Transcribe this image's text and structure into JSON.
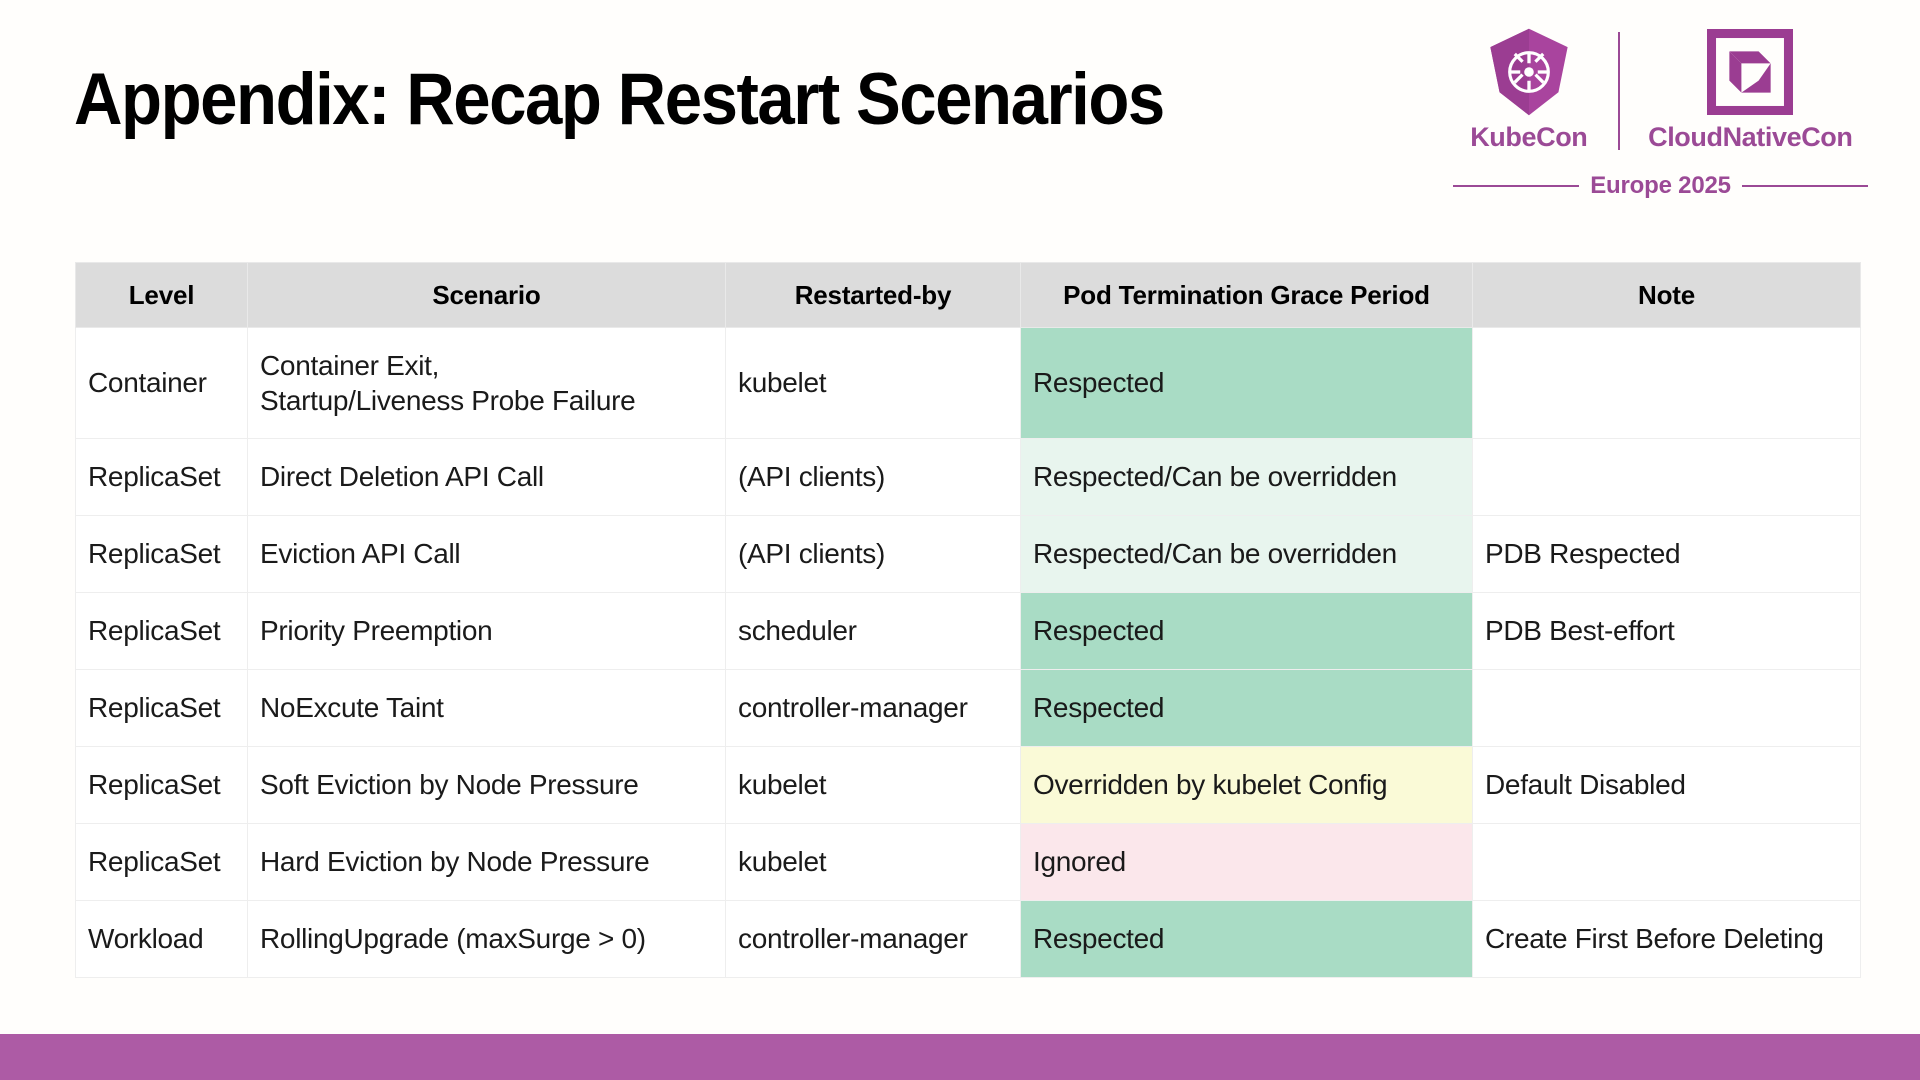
{
  "slide": {
    "title": "Appendix: Recap Restart Scenarios",
    "background_color": "#fffefc",
    "bottom_bar_color": "#ad5ba5"
  },
  "logo": {
    "kubecon_label": "KubeCon",
    "cloudnativecon_label": "CloudNativeCon",
    "location_label": "Europe 2025",
    "brand_color": "#9B4A96",
    "kubecon_mark": "kubernetes-helm-icon",
    "cloudnativecon_mark": "cloudnativecon-square-icon"
  },
  "table": {
    "columns": [
      "Level",
      "Scenario",
      "Restarted-by",
      "Pod Termination Grace Period",
      "Note"
    ],
    "legend_colors": {
      "respected": "#a9dcc5",
      "respected_overridable": "#e8f5ee",
      "overridden": "#fafad7",
      "ignored": "#fbe7eb",
      "header": "#dcdcdc"
    },
    "rows": [
      {
        "level": "Container",
        "scenario": "Container Exit,\nStartup/Liveness Probe Failure",
        "restarted_by": "kubelet",
        "restarted_by_muted": false,
        "grace": "Respected",
        "grace_style": "g-strong",
        "note": ""
      },
      {
        "level": "ReplicaSet",
        "scenario": "Direct Deletion API Call",
        "restarted_by": "(API clients)",
        "restarted_by_muted": true,
        "grace": "Respected/Can be overridden",
        "grace_style": "g-light",
        "note": ""
      },
      {
        "level": "ReplicaSet",
        "scenario": "Eviction API Call",
        "restarted_by": "(API clients)",
        "restarted_by_muted": true,
        "grace": "Respected/Can be overridden",
        "grace_style": "g-light",
        "note": "PDB Respected"
      },
      {
        "level": "ReplicaSet",
        "scenario": "Priority Preemption",
        "restarted_by": "scheduler",
        "restarted_by_muted": false,
        "grace": "Respected",
        "grace_style": "g-strong",
        "note": "PDB Best-effort"
      },
      {
        "level": "ReplicaSet",
        "scenario": "NoExcute Taint",
        "restarted_by": "controller-manager",
        "restarted_by_muted": false,
        "grace": "Respected",
        "grace_style": "g-strong",
        "note": ""
      },
      {
        "level": "ReplicaSet",
        "scenario": "Soft Eviction by Node Pressure",
        "restarted_by": "kubelet",
        "restarted_by_muted": false,
        "grace": "Overridden by kubelet Config",
        "grace_style": "g-yellow",
        "note": "Default Disabled"
      },
      {
        "level": "ReplicaSet",
        "scenario": "Hard Eviction by Node Pressure",
        "restarted_by": "kubelet",
        "restarted_by_muted": false,
        "grace": "Ignored",
        "grace_style": "g-pink",
        "note": ""
      },
      {
        "level": "Workload",
        "scenario": "RollingUpgrade (maxSurge > 0)",
        "restarted_by": "controller-manager",
        "restarted_by_muted": false,
        "grace": "Respected",
        "grace_style": "g-strong",
        "note": "Create First Before Deleting"
      }
    ]
  }
}
